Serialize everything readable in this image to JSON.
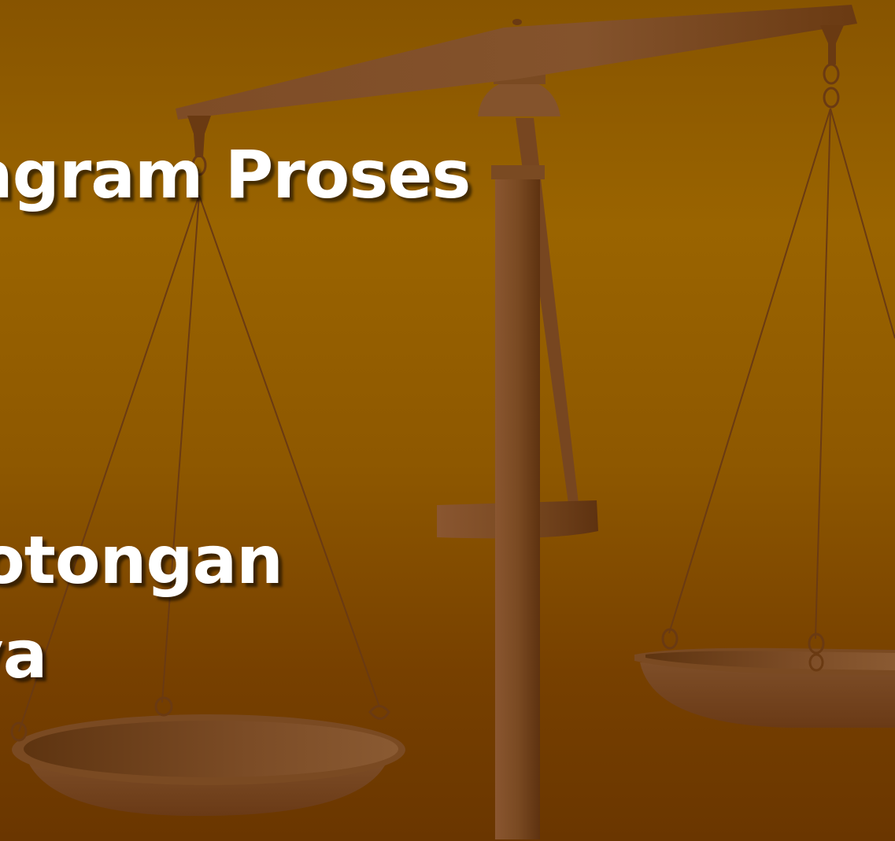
{
  "slide": {
    "lines": [
      "n",
      "agram Proses",
      "otongan",
      "ya"
    ]
  },
  "icons": {
    "main": "balance-scale-icon"
  },
  "colors": {
    "background_top": "#875400",
    "background_bottom": "#6a3600",
    "scale_wood_dark": "#6a3a10",
    "scale_wood_light": "#8e5a32",
    "text": "#ffffff"
  }
}
